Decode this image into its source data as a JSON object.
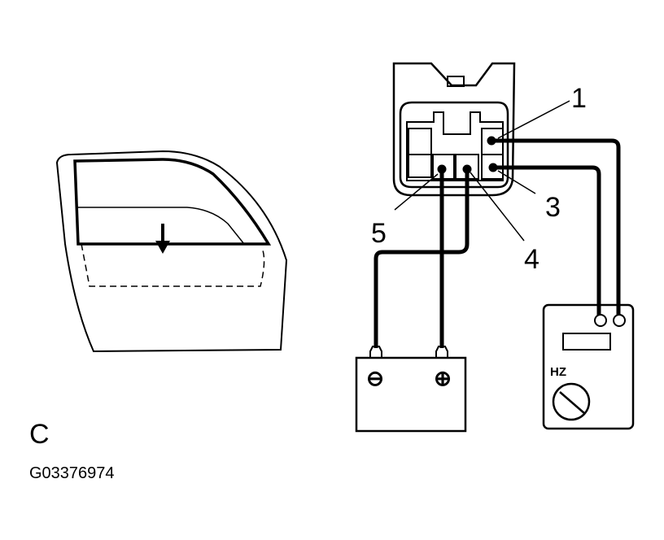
{
  "diagram": {
    "figure_letter": "C",
    "figure_code": "G03376974",
    "callouts": {
      "pin_1": "1",
      "pin_3": "3",
      "pin_4": "4",
      "pin_5": "5"
    },
    "battery": {
      "negative_symbol": "⊖",
      "positive_symbol": "⊕"
    },
    "meter": {
      "label": "HZ"
    },
    "colors": {
      "line": "#000000",
      "background": "#ffffff"
    }
  }
}
